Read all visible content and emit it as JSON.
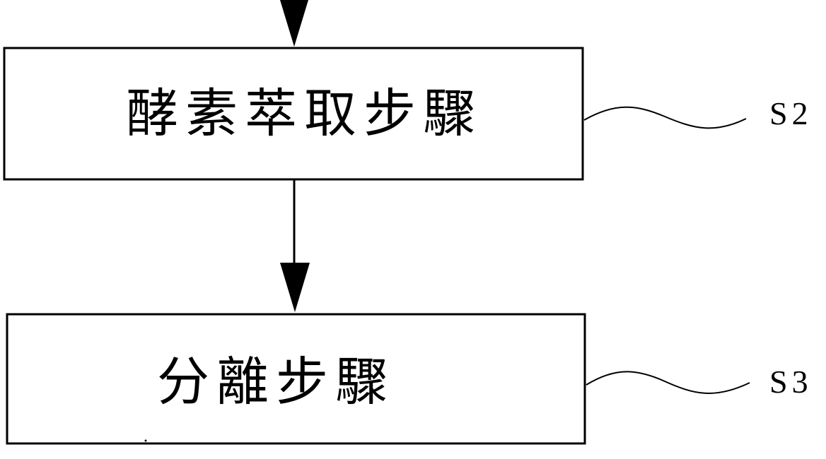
{
  "steps": [
    {
      "text": "酵素萃取步驟",
      "label": "S2"
    },
    {
      "text": "分離步驟",
      "label": "S3"
    }
  ],
  "colors": {
    "stroke": "#000000",
    "background": "#ffffff"
  }
}
